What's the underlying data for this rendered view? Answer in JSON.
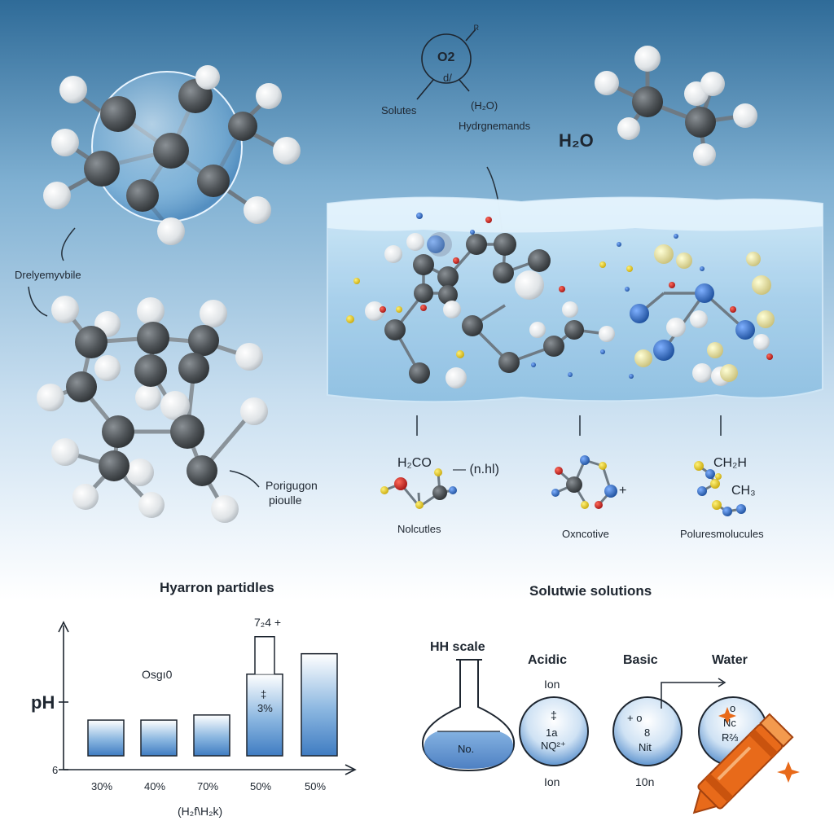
{
  "top": {
    "o2_label": "O2",
    "o2_mark": "ᴿ",
    "o2_sub": "d/",
    "solutes_label": "Solutes",
    "h2o_paren_label": "(H₂O)",
    "hydrogen_label": "Hydrgnemands",
    "h2o_big_label": "H₂O",
    "left_molecule_label": "Drelyemyvbile",
    "porion_label_line1": "Porigugon",
    "porion_label_line2": "pioulle"
  },
  "water_tank": {
    "molecules": [
      {
        "label": "H₂CO",
        "extra": "— (n.hl)",
        "caption": "Nolcutles"
      },
      {
        "label": "",
        "extra": "+",
        "caption": "Oxncotive"
      },
      {
        "label": "CH₂H",
        "extra": "CH₃",
        "caption": "Poluresmolucules"
      }
    ]
  },
  "chart_section": {
    "title": "Hyarron partidles",
    "y_axis_label": "pH",
    "y_axis_origin": "6",
    "x_axis_label": "(H₂f\\H₂k)",
    "annotation_mid": "Osgı0",
    "annotation_top": "7₂4 +",
    "bar4_inner_line1": "‡",
    "bar4_inner_line2": "3%"
  },
  "chart_data": {
    "type": "bar",
    "categories": [
      "30%",
      "40%",
      "70%",
      "50%",
      "50%"
    ],
    "values": [
      6.7,
      6.7,
      6.8,
      7.6,
      8.0
    ],
    "title": "Hyarron partidles",
    "xlabel": "(H₂f\\H₂k)",
    "ylabel": "pH",
    "ylim": [
      6,
      9
    ]
  },
  "solutions_section": {
    "title": "Solutwie solutions",
    "scale_label": "HH scale",
    "flask_label": "No.",
    "circles": [
      {
        "header": "Acidic",
        "subheader": "Ion",
        "line1": "‡",
        "line2": "1a",
        "line3": "NQ²⁺",
        "footer": "Ion"
      },
      {
        "header": "Basic",
        "subheader": "",
        "line1": "+ o",
        "line2": "8",
        "line3": "Nit",
        "footer": "10n"
      },
      {
        "header": "Water",
        "subheader": "",
        "line1": "o",
        "line2": "Nc",
        "line3": "R⅔",
        "footer": ""
      }
    ]
  },
  "colors": {
    "water": "#9cc8e6",
    "carbon": "#4f5458",
    "hydrogen": "#e9ecee",
    "oxygen": "#c72020",
    "sulfur": "#e4c818",
    "nitrogen": "#2f6fc0",
    "bar_fill": "#4a86c8",
    "crayon": "#e86a1a"
  },
  "icons": [
    "crayon-icon",
    "sparkle-icon"
  ]
}
